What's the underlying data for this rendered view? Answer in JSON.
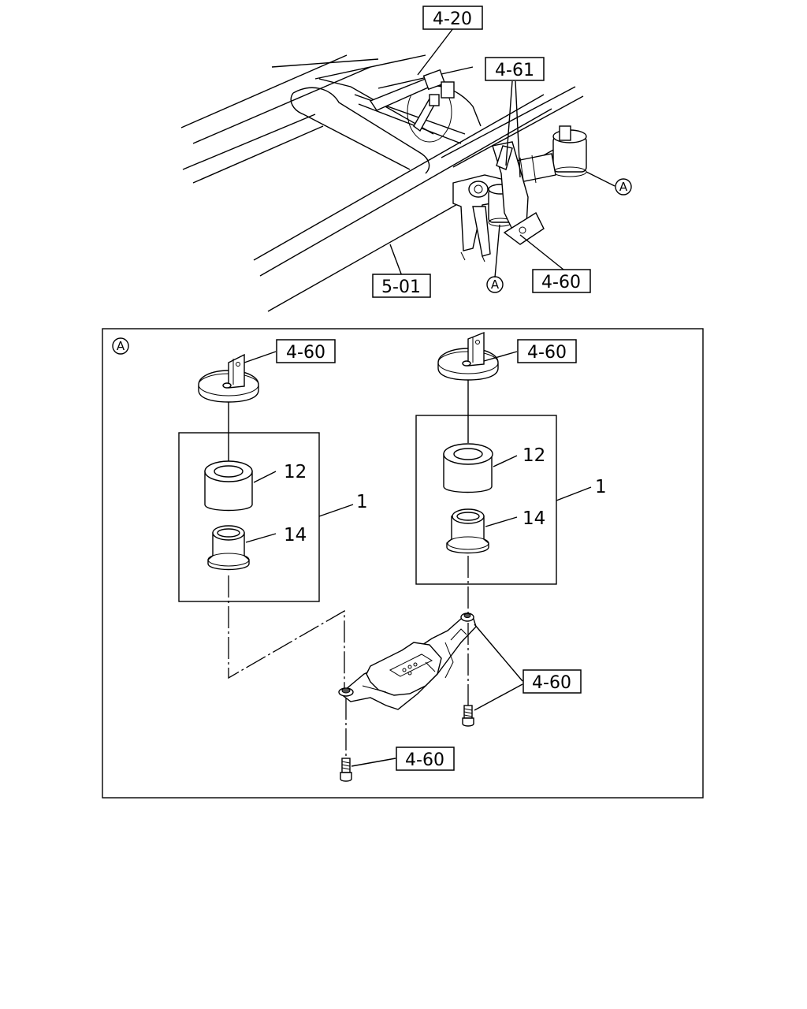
{
  "callouts": {
    "top_4_20": "4-20",
    "top_4_61": "4-61",
    "top_4_60": "4-60",
    "top_5_01": "5-01",
    "detail_left_4_60": "4-60",
    "detail_right_4_60": "4-60",
    "detail_bolt_right_4_60": "4-60",
    "detail_bolt_bottom_4_60": "4-60"
  },
  "detail_ref": {
    "marker": "A"
  },
  "parts": {
    "left_12": "12",
    "left_14": "14",
    "left_1": "1",
    "right_12": "12",
    "right_14": "14",
    "right_1": "1"
  }
}
